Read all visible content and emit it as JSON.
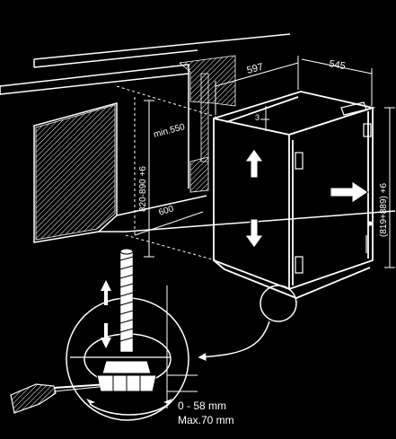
{
  "dimensions": {
    "width": "597",
    "depth": "545",
    "niche_depth_min": "min.550",
    "niche_width": "600",
    "gap_top": "3",
    "niche_height": "820-890 +6",
    "appliance_height": "(819+889) +6"
  },
  "foot_adjustment": {
    "range": "0 - 58 mm",
    "max": "Max.70 mm"
  },
  "colors": {
    "background": "#000000",
    "line": "#ffffff"
  }
}
